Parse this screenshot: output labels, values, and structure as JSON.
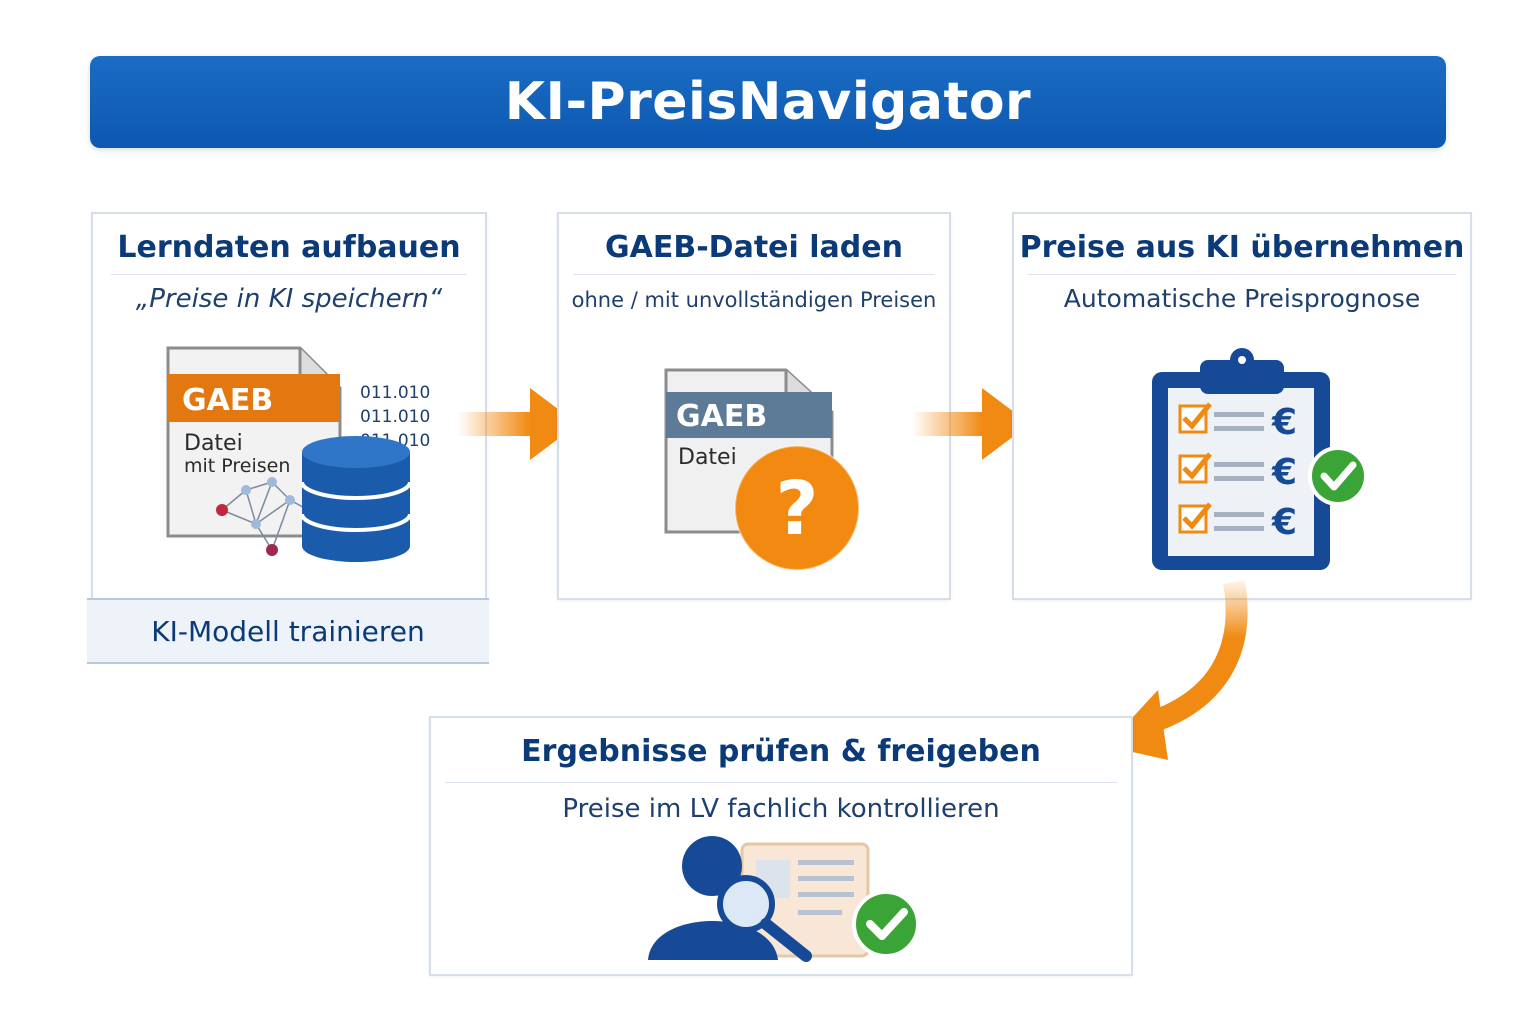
{
  "title": "KI-PreisNavigator",
  "steps": [
    {
      "title": "Lerndaten aufbauen",
      "subtitle": "„Preise in KI speichern“",
      "icon_label": "GAEB",
      "icon_text1": "Datei",
      "icon_text2": "mit Preisen",
      "binary": [
        "011.010",
        "011.010",
        "011.010"
      ],
      "footer": "KI-Modell trainieren"
    },
    {
      "title": "GAEB-Datei laden",
      "subtitle": "ohne / mit unvollständigen Preisen",
      "icon_label": "GAEB",
      "icon_text1": "Datei",
      "icon_symbol": "?"
    },
    {
      "title": "Preise aus KI übernehmen",
      "subtitle": "Automatische Preisprognose",
      "currency": "€"
    },
    {
      "title": "Ergebnisse prüfen & freigeben",
      "subtitle": "Preise im LV fachlich kontrollieren"
    }
  ],
  "colors": {
    "brand_blue": "#0d58b0",
    "dark_blue": "#0b3a78",
    "accent_orange": "#f08a12",
    "check_green": "#3aa536"
  }
}
